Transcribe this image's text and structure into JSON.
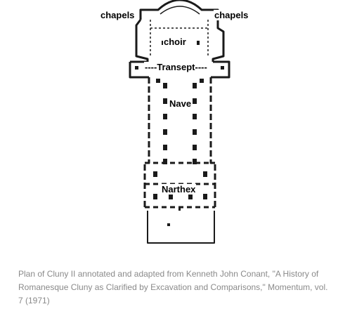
{
  "labels": {
    "chapels_left": "chapels",
    "chapels_right": "chapels",
    "choir": "choir",
    "transept": "----Transept----",
    "nave": "Nave",
    "narthex": "Narthex"
  },
  "caption": "Plan of Cluny II annotated and adapted from Kenneth John Conant, \"A History of Romanesque Cluny as Clarified by Excavation and Comparisons,\" Momentum, vol. 7 (1971)",
  "colors": {
    "ink": "#1a1a1a",
    "caption": "#8a8a8a",
    "background": "#ffffff"
  }
}
